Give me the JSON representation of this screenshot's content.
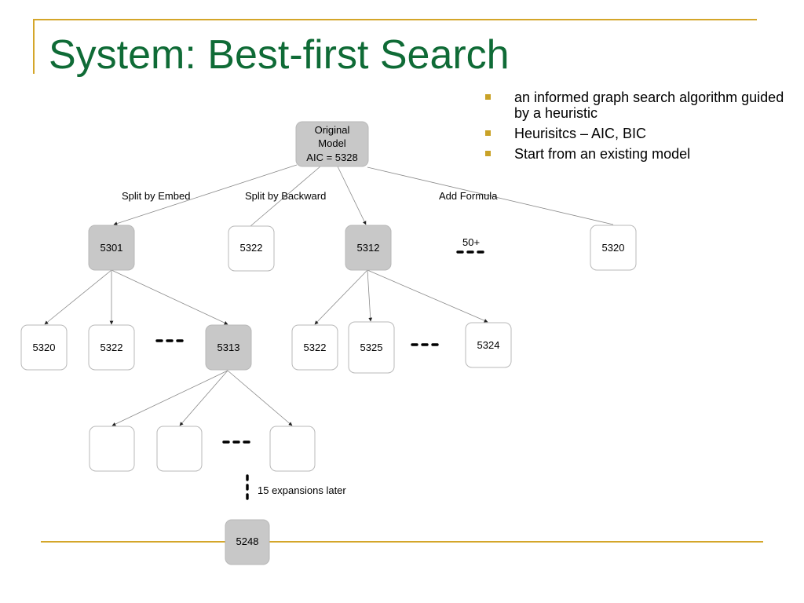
{
  "slide": {
    "title": "System: Best-first Search",
    "bullets": [
      "an informed graph search algorithm guided by a heuristic",
      "Heurisitcs – AIC, BIC",
      "Start from an existing model"
    ]
  },
  "colors": {
    "title": "#0f6b36",
    "accent_line": "#d4a62a",
    "bullet_marker": "#c9a227",
    "expanded_node_fill": "#c8c8c8",
    "node_fill": "#ffffff"
  },
  "diagram": {
    "root_lines": [
      "Original",
      "Model",
      "AIC = 5328"
    ],
    "edge_labels": {
      "split_embed": "Split by Embed",
      "split_backward": "Split by Backward",
      "add_formula": "Add Formula",
      "more_count": "50+",
      "expansions_note": "15 expansions later"
    },
    "nodes": {
      "l1_embed": "5301",
      "l1_backward": "5322",
      "l1_mid": "5312",
      "l1_formula": "5320",
      "l2_a": "5320",
      "l2_b": "5322",
      "l2_c": "5313",
      "l2_d": "5322",
      "l2_e": "5325",
      "l2_f": "5324",
      "final": "5248"
    }
  }
}
